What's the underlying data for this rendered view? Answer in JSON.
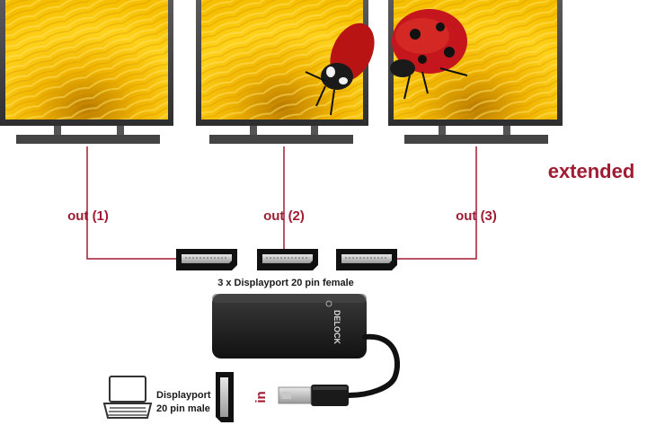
{
  "diagram": {
    "mode_label": "extended",
    "outputs": [
      {
        "label": "out (1)"
      },
      {
        "label": "out (2)"
      },
      {
        "label": "out (3)"
      }
    ],
    "ports_label": "3 x Displayport 20 pin female",
    "brand": "DELOCK",
    "input_label_line1": "Displayport",
    "input_label_line2": "20 pin male",
    "input_word": "in",
    "colors": {
      "wire": "#a01c33",
      "label": "#a01c33",
      "monitor_frame": "#3a3a3a",
      "screen_yellow": "#f5c200"
    },
    "icons": [
      "monitor-icon",
      "ladybug-image",
      "displayport-female-icon",
      "displayport-male-icon",
      "laptop-icon"
    ]
  }
}
